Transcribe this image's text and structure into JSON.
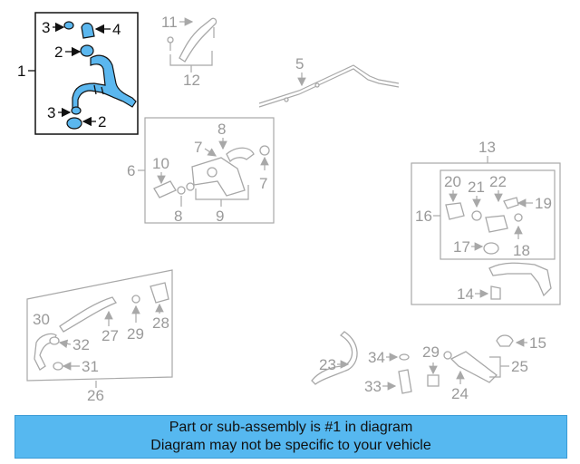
{
  "diagram": {
    "highlighted_part": "1",
    "highlight_color": "#56b8f0",
    "callouts_highlighted": [
      "1",
      "2",
      "3",
      "4"
    ],
    "callouts": [
      "5",
      "6",
      "7",
      "8",
      "9",
      "10",
      "11",
      "12",
      "13",
      "14",
      "15",
      "16",
      "17",
      "18",
      "19",
      "20",
      "21",
      "22",
      "23",
      "24",
      "25",
      "26",
      "27",
      "28",
      "29",
      "30",
      "31",
      "32",
      "33",
      "34"
    ]
  },
  "banner": {
    "line1": "Part or sub-assembly is #1 in diagram",
    "line2": "Diagram may not be specific to your vehicle"
  }
}
